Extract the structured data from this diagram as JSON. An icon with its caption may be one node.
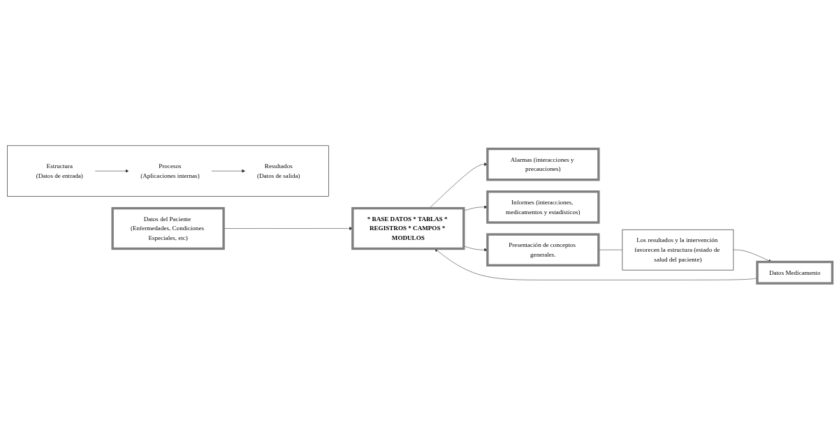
{
  "diagram": {
    "nodes": [
      {
        "text": [],
        "shape": "box"
      },
      {
        "text": [
          "Estructura",
          "(Datos de entrada)"
        ],
        "in": 0
      },
      {
        "text": [
          "Procesos",
          "(Aplicaciones internas)"
        ],
        "in": 0
      },
      {
        "text": [
          "Resultados",
          "(Datos de salida)"
        ],
        "in": 0
      },
      {
        "text": [
          "Datos del Paciente (Enfermedades, Condiciones Especiales, etc)"
        ]
      },
      {
        "text": [
          "Datos Medicamento"
        ]
      },
      {
        "text": [
          "* BASE DATOS * TABLAS * REGISTROS * CAMPOS * MODULOS"
        ]
      },
      {
        "text": [
          "Alarmas (interacciones y precauciones)"
        ]
      },
      {
        "text": [
          "Informes (interacciones, medicamentos y estadísticos)"
        ]
      },
      {
        "text": [
          "Presentación de conceptos generales."
        ]
      },
      {
        "text": [
          "Los resultados y la intervención favorecen la estructura (estado de salud del paciente)"
        ]
      }
    ],
    "edges": [
      {
        "from": 1,
        "to": 2,
        "arrow": "to"
      },
      {
        "from": 2,
        "to": 3,
        "arrow": "to"
      },
      {
        "from": 4,
        "to": 6,
        "arrow": "to"
      },
      {
        "from": 5,
        "to": 6,
        "arrow": "to"
      },
      {
        "from": 6,
        "to": 7,
        "arrow": "to"
      },
      {
        "from": 6,
        "to": 8,
        "arrow": "to"
      },
      {
        "from": 6,
        "to": 9,
        "arrow": "to"
      },
      {
        "from": 9,
        "to": 10,
        "arrow": "none"
      },
      {
        "from": 10,
        "to": 5,
        "arrow": "to"
      }
    ]
  }
}
